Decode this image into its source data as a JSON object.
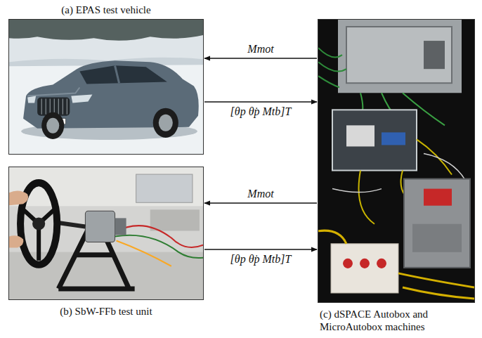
{
  "diagram": {
    "nodes": [
      {
        "text": [
          "(a) EPAS test vehicle"
        ]
      },
      {
        "text": [
          "(b) SbW-FFb test unit"
        ]
      },
      {
        "text": [
          "(c) dSPACE Autobox and MicroAutobox machines"
        ]
      }
    ],
    "edges": [
      {
        "from": 2,
        "to": 0,
        "arrow": "to",
        "label": "Mmot"
      },
      {
        "from": 0,
        "to": 2,
        "arrow": "to",
        "label": "[θp θ̇p Mtb]T"
      },
      {
        "from": 2,
        "to": 1,
        "arrow": "to",
        "label": "Mmot"
      },
      {
        "from": 1,
        "to": 2,
        "arrow": "to",
        "label": "[θp θ̇p Mtb]T"
      }
    ]
  }
}
